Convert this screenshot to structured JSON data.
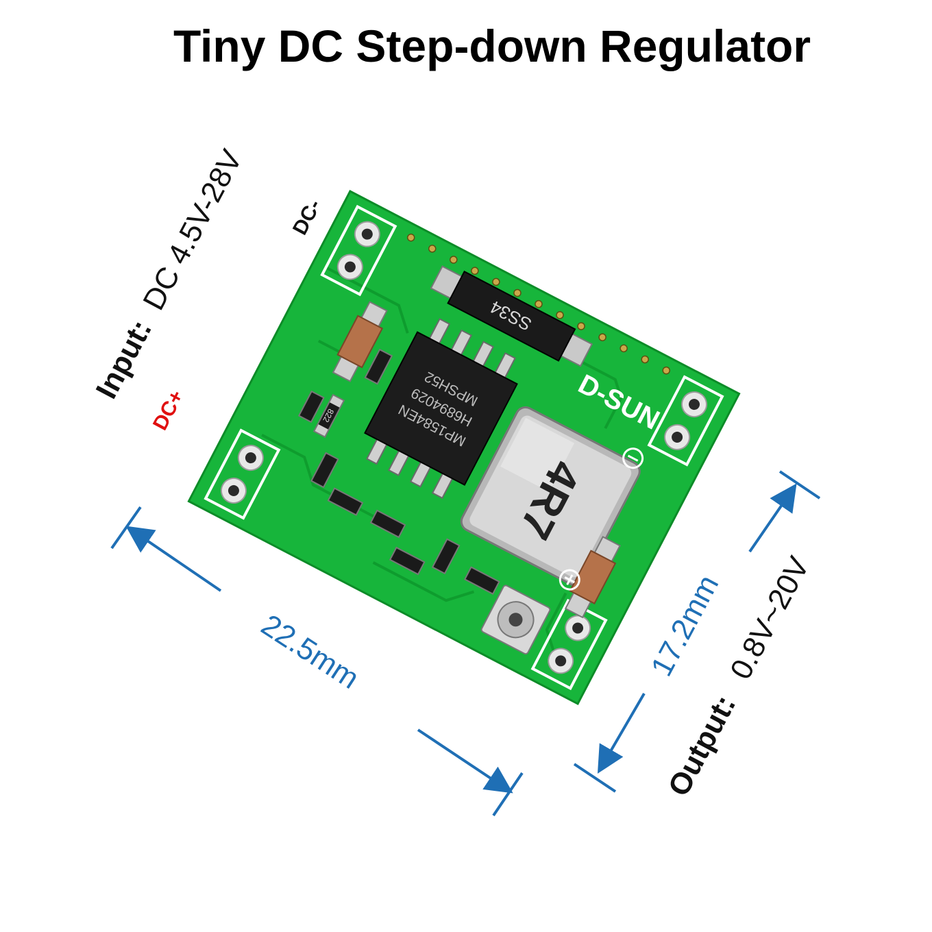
{
  "title": "Tiny DC Step-down Regulator",
  "input": {
    "label": "Input:",
    "value": "DC 4.5V-28V"
  },
  "output": {
    "label": "Output:",
    "value": "0.8V~20V"
  },
  "terminals": {
    "negative": "DC-",
    "positive": "DC+"
  },
  "dimensions": {
    "width": "22.5mm",
    "height": "17.2mm"
  },
  "board": {
    "brand": "D-SUN",
    "inductor_marking": "4R7",
    "diode_marking": "SS34",
    "ic_marking_lines": [
      "MP1584EN",
      "H6894029",
      "MPSH52"
    ],
    "resistor_marking": "822"
  },
  "colors": {
    "pcb": "#16b33a",
    "pcb_dark": "#0f9a2e",
    "dimension": "#1f6fb5",
    "dc_plus": "#e01010",
    "text": "#111111"
  }
}
